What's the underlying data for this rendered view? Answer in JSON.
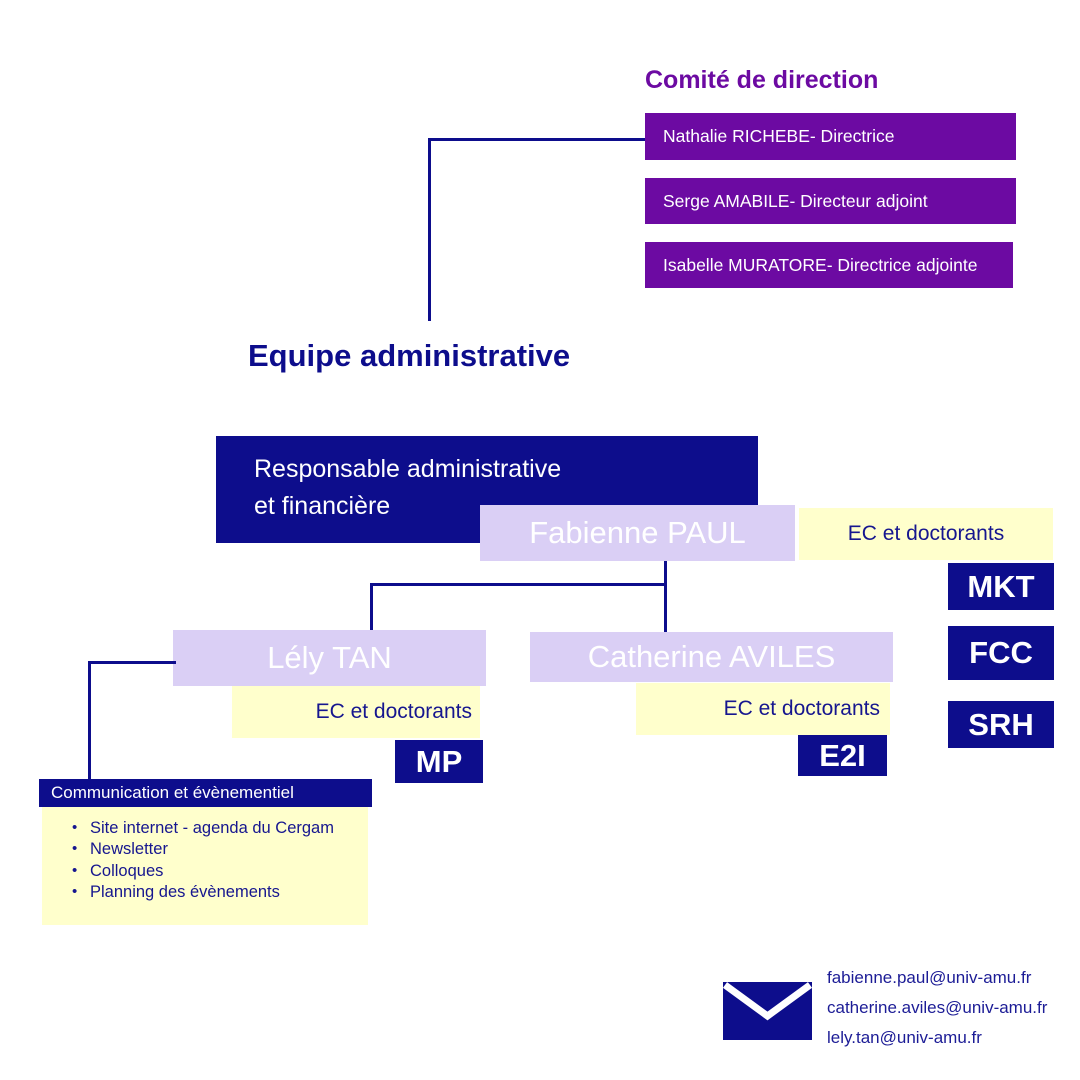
{
  "colors": {
    "navy": "#0D0D8C",
    "purple": "#6C0AA2",
    "lavender": "#DACFF5",
    "pale_yellow": "#FFFFCC",
    "background": "#FFFFFF"
  },
  "comite": {
    "title": "Comité de direction",
    "members": [
      "Nathalie RICHEBE- Directrice",
      "Serge AMABILE- Directeur adjoint",
      "Isabelle MURATORE- Directrice adjointe"
    ]
  },
  "equipe": {
    "title": "Equipe administrative",
    "responsable_role": "Responsable administrative\net financière",
    "responsable_name": "Fabienne PAUL",
    "ec_label": "EC et doctorants",
    "right_units": [
      "MKT",
      "FCC",
      "SRH"
    ],
    "assistants": [
      {
        "name": "Lély TAN",
        "ec_label": "EC et doctorants",
        "unit": "MP"
      },
      {
        "name": "Catherine AVILES",
        "ec_label": "EC et doctorants",
        "unit": "E2I"
      }
    ],
    "communication": {
      "title": "Communication et évènementiel",
      "items": [
        "Site internet - agenda du Cergam",
        "Newsletter",
        "Colloques",
        "Planning des évènements"
      ]
    }
  },
  "contacts": {
    "emails": [
      "fabienne.paul@univ-amu.fr",
      "catherine.aviles@univ-amu.fr",
      "lely.tan@univ-amu.fr"
    ]
  }
}
